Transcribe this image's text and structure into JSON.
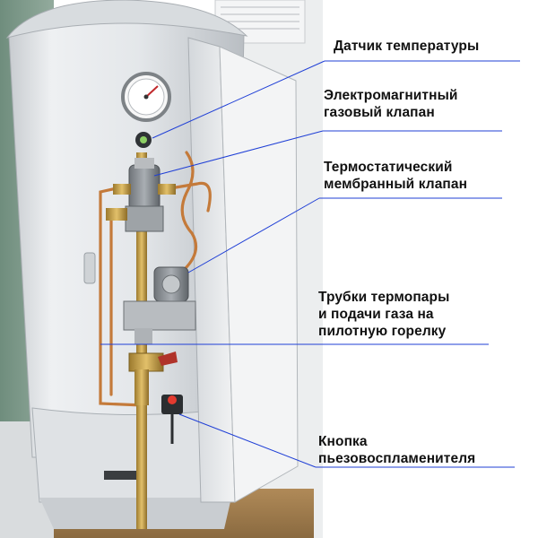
{
  "callouts": [
    {
      "name": "temperature-sensor",
      "lines": [
        "Датчик температуры"
      ]
    },
    {
      "name": "electromagnetic-gas-valve",
      "lines": [
        "Электромагнитный",
        "газовый клапан"
      ]
    },
    {
      "name": "thermostatic-membrane-valve",
      "lines": [
        "Термостатический",
        "мембранный клапан"
      ]
    },
    {
      "name": "thermocouple-and-gas-tubes",
      "lines": [
        "Трубки термопары",
        "и подачи газа на",
        "пилотную горелку"
      ]
    },
    {
      "name": "piezo-ignition-button",
      "lines": [
        "Кнопка",
        "пьезовоспламенителя"
      ]
    }
  ],
  "colors": {
    "leader_line": "#1f3fd6",
    "heater_body": "#e6e9ec",
    "wall": "#7e9b8c",
    "copper": "#c47a3a",
    "brass": "#c9a24a",
    "label_text": "#111111"
  }
}
